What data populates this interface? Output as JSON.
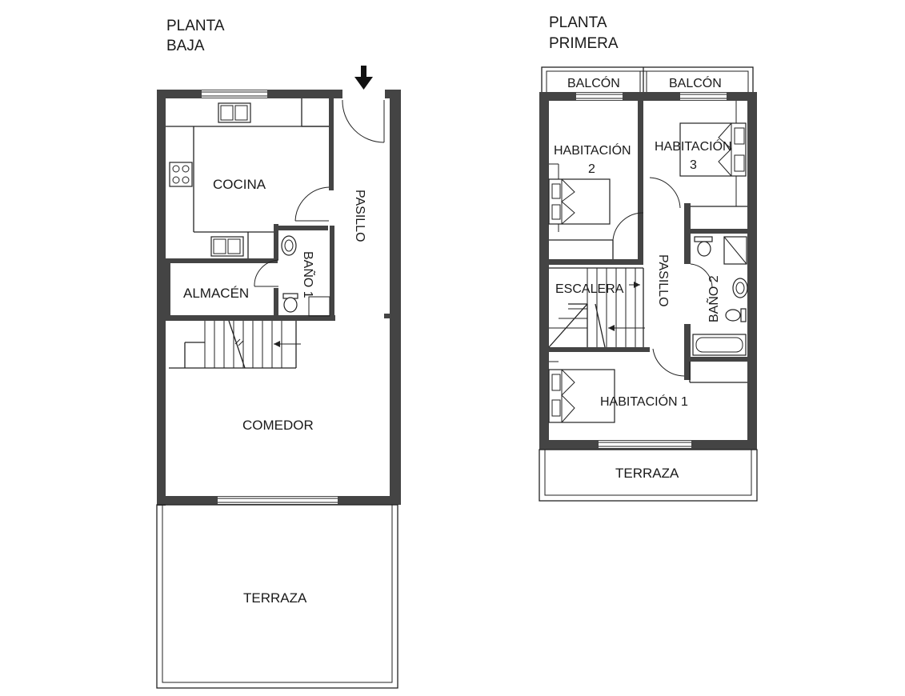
{
  "floors": {
    "ground": {
      "title_line1": "PLANTA",
      "title_line2": "BAJA",
      "rooms": {
        "cocina": "COCINA",
        "pasillo": "PASILLO",
        "bano1": "BAÑO 1",
        "almacen": "ALMACÉN",
        "comedor": "COMEDOR",
        "terraza": "TERRAZA"
      }
    },
    "first": {
      "title_line1": "PLANTA",
      "title_line2": "PRIMERA",
      "rooms": {
        "balcon_left": "BALCÓN",
        "balcon_right": "BALCÓN",
        "hab2_line1": "HABITACIÓN",
        "hab2_line2": "2",
        "hab3_line1": "HABITACIÓN",
        "hab3_line2": "3",
        "escalera": "ESCALERA",
        "pasillo": "PASILLO",
        "bano2": "BAÑO 2",
        "hab1": "HABITACIÓN 1",
        "terraza": "TERRAZA"
      }
    }
  },
  "colors": {
    "wall": "#444444",
    "line": "#222222",
    "background": "#ffffff"
  }
}
